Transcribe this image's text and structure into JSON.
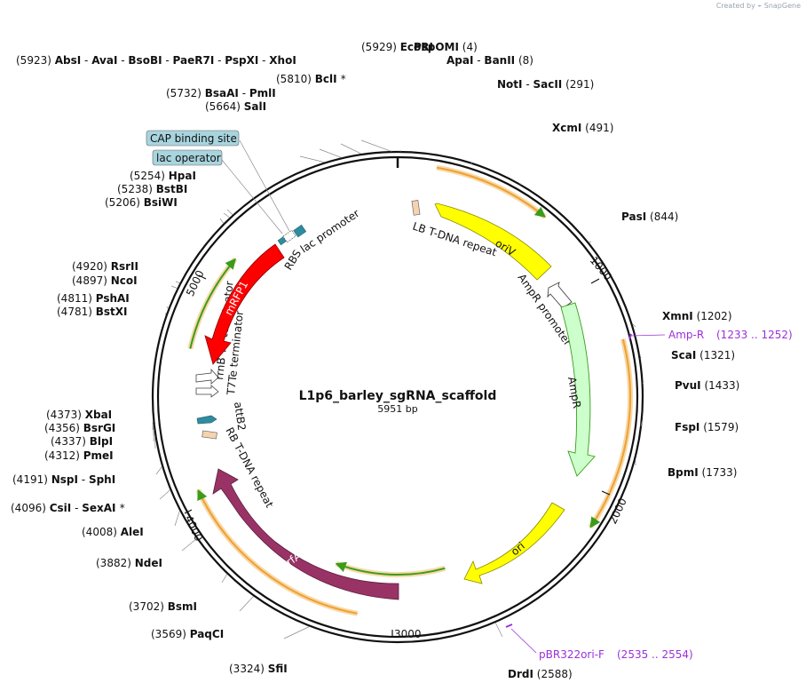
{
  "credit": {
    "prefix": "Created by",
    "brand": "SnapGene"
  },
  "plasmid": {
    "name": "L1p6_barley_sgRNA_scaffold",
    "length": 5951,
    "length_label": "5951 bp"
  },
  "ticks": [
    "1000",
    "2000",
    "3000",
    "4000",
    "5000"
  ],
  "restriction_sites": [
    {
      "text": "(5929)  EcoRI",
      "bp": 5929
    },
    {
      "text": "PspOMI  (4)",
      "bp": 4
    },
    {
      "text": "ApaI  - BanII  (8)",
      "bp": 8
    },
    {
      "text": "(5923)  AbsI  - AvaI  - BsoBI  - PaeR7I  - PspXI  - XhoI",
      "bp": 5923
    },
    {
      "text": "(5810)  BclI *",
      "bp": 5810
    },
    {
      "text": "(5732)  BsaAI  - PmlI",
      "bp": 5732
    },
    {
      "text": "(5664)  SalI",
      "bp": 5664
    },
    {
      "text": "NotI  - SacII  (291)",
      "bp": 291
    },
    {
      "text": "XcmI  (491)",
      "bp": 491
    },
    {
      "text": "PasI  (844)",
      "bp": 844
    },
    {
      "text": "XmnI  (1202)",
      "bp": 1202
    },
    {
      "text": "ScaI  (1321)",
      "bp": 1321
    },
    {
      "text": "PvuI  (1433)",
      "bp": 1433
    },
    {
      "text": "FspI  (1579)",
      "bp": 1579
    },
    {
      "text": "BpmI  (1733)",
      "bp": 1733
    },
    {
      "text": "DrdI  (2588)",
      "bp": 2588
    },
    {
      "text": "(3324)  SfiI",
      "bp": 3324
    },
    {
      "text": "(3569)  PaqCI",
      "bp": 3569
    },
    {
      "text": "(3702)  BsmI",
      "bp": 3702
    },
    {
      "text": "(3882)  NdeI",
      "bp": 3882
    },
    {
      "text": "(4008)  AleI",
      "bp": 4008
    },
    {
      "text": "(4096)  CsiI  - SexAI *",
      "bp": 4096
    },
    {
      "text": "(4191)  NspI  - SphI",
      "bp": 4191
    },
    {
      "text": "(4312)  PmeI",
      "bp": 4312
    },
    {
      "text": "(4337)  BlpI",
      "bp": 4337
    },
    {
      "text": "(4356)  BsrGI",
      "bp": 4356
    },
    {
      "text": "(4373)  XbaI",
      "bp": 4373
    },
    {
      "text": "(4781)  BstXI",
      "bp": 4781
    },
    {
      "text": "(4811)  PshAI",
      "bp": 4811
    },
    {
      "text": "(4897)  NcoI",
      "bp": 4897
    },
    {
      "text": "(4920)  RsrII",
      "bp": 4920
    },
    {
      "text": "(5206)  BsiWI",
      "bp": 5206
    },
    {
      "text": "(5238)  BstBI",
      "bp": 5238
    },
    {
      "text": "(5254)  HpaI",
      "bp": 5254
    }
  ],
  "primers": [
    {
      "name": "Amp-R",
      "range": "(1233 .. 1252)",
      "color": "#9b30d9"
    },
    {
      "name": "pBR322ori-F",
      "range": "(2535 .. 2554)",
      "color": "#9b30d9"
    }
  ],
  "boxed_labels": [
    "CAP binding site",
    "lac operator"
  ],
  "features": [
    {
      "name": "oriV",
      "color": "#ffff00",
      "start": 200,
      "end": 780
    },
    {
      "name": "LB T-DNA repeat",
      "color": "#f5d3b0"
    },
    {
      "name": "AmpR promoter",
      "color": "#ffffff"
    },
    {
      "name": "AmpR",
      "color": "#ccffcc",
      "start": 945,
      "end": 1800
    },
    {
      "name": "ori",
      "color": "#ffff00",
      "start": 2030,
      "end": 2650
    },
    {
      "name": "trfA",
      "color": "#993366",
      "start": 3030,
      "end": 4060
    },
    {
      "name": "RB T-DNA repeat",
      "color": "#f5d3b0"
    },
    {
      "name": "attB2",
      "color": "#2f8ca0"
    },
    {
      "name": "T7Te terminator",
      "color": "#ffffff"
    },
    {
      "name": "rrnB T1 terminator",
      "color": "#ffffff"
    },
    {
      "name": "mRFP1",
      "color": "#ff0000",
      "start": 4650,
      "end": 5330
    },
    {
      "name": "RBS",
      "color": "#2f8ca0"
    },
    {
      "name": "lac promoter",
      "color": "#2f8ca0"
    }
  ],
  "orfs": [
    {
      "start": 160,
      "end": 650,
      "color": "#f0a030"
    },
    {
      "start": 1250,
      "end": 2050,
      "color": "#f0a030"
    },
    {
      "start": 2720,
      "end": 3310,
      "color": "#3a9c1a"
    },
    {
      "start": 3150,
      "end": 4050,
      "color": "#f0a030"
    },
    {
      "start": 4680,
      "end": 5130,
      "color": "#3a9c1a"
    }
  ]
}
